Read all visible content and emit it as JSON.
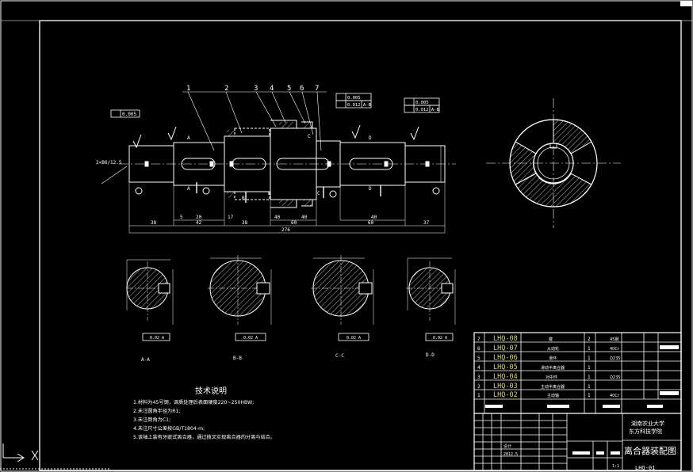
{
  "drawing": {
    "title_block_title": "离合器装配图",
    "school_line1": "湖南农业大学",
    "school_line2": "东方科技学院",
    "date": "2012.5",
    "scale": "1:1",
    "drawing_no": "LHQ-01",
    "designer_label": "设计"
  },
  "balloons": [
    "1",
    "2",
    "3",
    "4",
    "5",
    "6",
    "7"
  ],
  "dimensions": {
    "overall": "276",
    "bottom": [
      "38",
      "42",
      "38",
      "60",
      "60",
      "37"
    ],
    "inner": [
      "5",
      "20",
      "17",
      "40",
      "40",
      "40"
    ],
    "tol_box_left": "0.005",
    "tol_box_mid": [
      "0.005",
      "0.012 A-B"
    ],
    "tol_box_right": [
      "0.005",
      "0.012 A-B"
    ],
    "left_note": "2×B6/12.5",
    "section_tol": "0.02 A"
  },
  "sections": [
    {
      "label": "A-A"
    },
    {
      "label": "B-B"
    },
    {
      "label": "C-C"
    },
    {
      "label": "D-D"
    }
  ],
  "section_letters": [
    "A",
    "A",
    "B",
    "B",
    "C",
    "C",
    "D",
    "D"
  ],
  "tech_notes": {
    "heading": "技术说明",
    "items": [
      "1.材料为45号钢，调质处理后表面硬度220~250HBW;",
      "2.未注圆角半径为R1;",
      "3.未注倒角为C1;",
      "4.未注尺寸公差按GB/T1804-m;",
      "5.该轴上装有牙嵌式离合器，通过拨叉实现离合器的分离与结合。"
    ]
  },
  "parts_list": [
    {
      "no": "7",
      "code": "LHQ-08",
      "name": "键",
      "qty": "2",
      "material": "45钢"
    },
    {
      "no": "6",
      "code": "LHQ-07",
      "name": "从动轮",
      "qty": "1",
      "material": "40Cr"
    },
    {
      "no": "5",
      "code": "LHQ-06",
      "name": "滑环",
      "qty": "1",
      "material": "Q235"
    },
    {
      "no": "4",
      "code": "LHQ-05",
      "name": "滑动半离合器",
      "qty": "1",
      "material": ""
    },
    {
      "no": "3",
      "code": "LHQ-04",
      "name": "对中环",
      "qty": "1",
      "material": "Q235"
    },
    {
      "no": "2",
      "code": "LHQ-03",
      "name": "主动半离合器",
      "qty": "1",
      "material": ""
    },
    {
      "no": "1",
      "code": "LHQ-02",
      "name": "主动轴",
      "qty": "1",
      "material": "40Cr"
    }
  ],
  "colors": {
    "background": "#000000",
    "lines": "#ffffff",
    "part_code": "#d8d868",
    "accent_text": "#ffffff"
  }
}
